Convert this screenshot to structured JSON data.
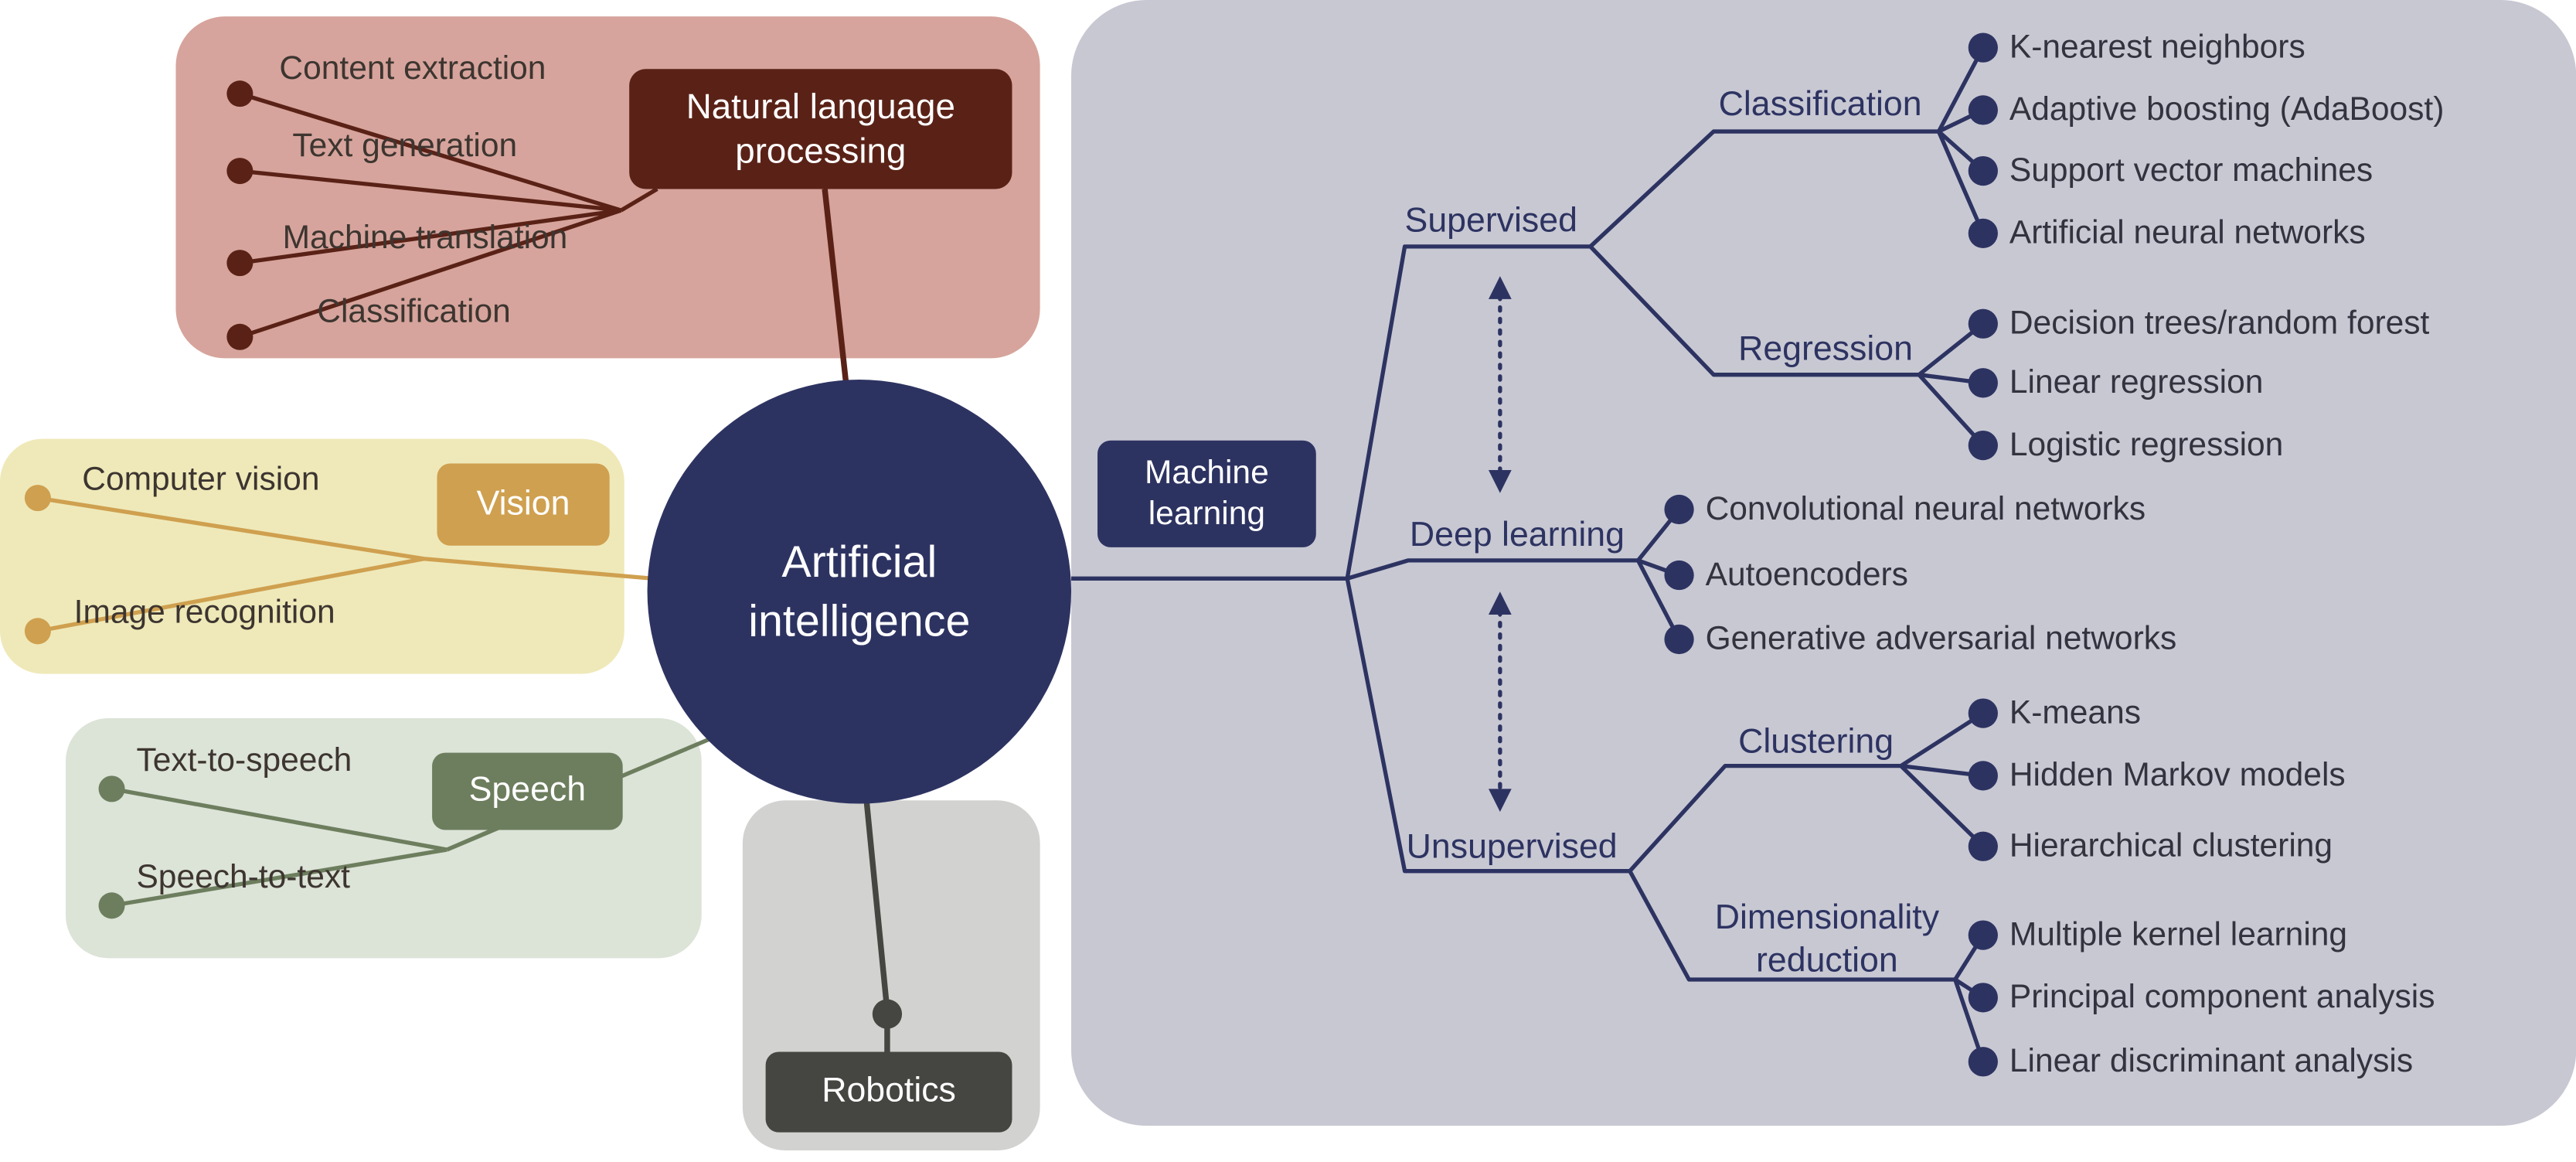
{
  "center": {
    "line1": "Artificial",
    "line2": "intelligence"
  },
  "nlp": {
    "box_line1": "Natural language",
    "box_line2": "processing",
    "items": [
      "Content extraction",
      "Text generation",
      "Machine translation",
      "Classification"
    ]
  },
  "vision": {
    "box": "Vision",
    "items": [
      "Computer vision",
      "Image recognition"
    ]
  },
  "speech": {
    "box": "Speech",
    "items": [
      "Text-to-speech",
      "Speech-to-text"
    ]
  },
  "robotics": {
    "box": "Robotics"
  },
  "ml": {
    "box_line1": "Machine",
    "box_line2": "learning",
    "supervised": {
      "label": "Supervised"
    },
    "classification": {
      "label": "Classification",
      "items": [
        "K-nearest neighbors",
        "Adaptive boosting (AdaBoost)",
        "Support vector machines",
        "Artificial neural networks"
      ]
    },
    "regression": {
      "label": "Regression",
      "items": [
        "Decision trees/random forest",
        "Linear regression",
        "Logistic regression"
      ]
    },
    "deep": {
      "label": "Deep learning",
      "items": [
        "Convolutional neural networks",
        "Autoencoders",
        "Generative adversarial networks"
      ]
    },
    "unsupervised": {
      "label": "Unsupervised"
    },
    "clustering": {
      "label": "Clustering",
      "items": [
        "K-means",
        "Hidden Markov models",
        "Hierarchical clustering"
      ]
    },
    "dimred": {
      "label_line1": "Dimensionality",
      "label_line2": "reduction",
      "items": [
        "Multiple kernel learning",
        "Principal component analysis",
        "Linear discriminant analysis"
      ]
    }
  },
  "colors": {
    "navy": "#2d3361",
    "nlp-dark": "#5a2217",
    "nlp-bg": "#d6a49c",
    "vision-bg": "#efe9b9",
    "vision-accent": "#cfa04f",
    "speech-bg": "#dce3d7",
    "speech-accent": "#6d7e5e",
    "gray-bg": "#d2d2d0",
    "robotics-dark": "#454541",
    "ml-bg": "#c8c8d3"
  }
}
